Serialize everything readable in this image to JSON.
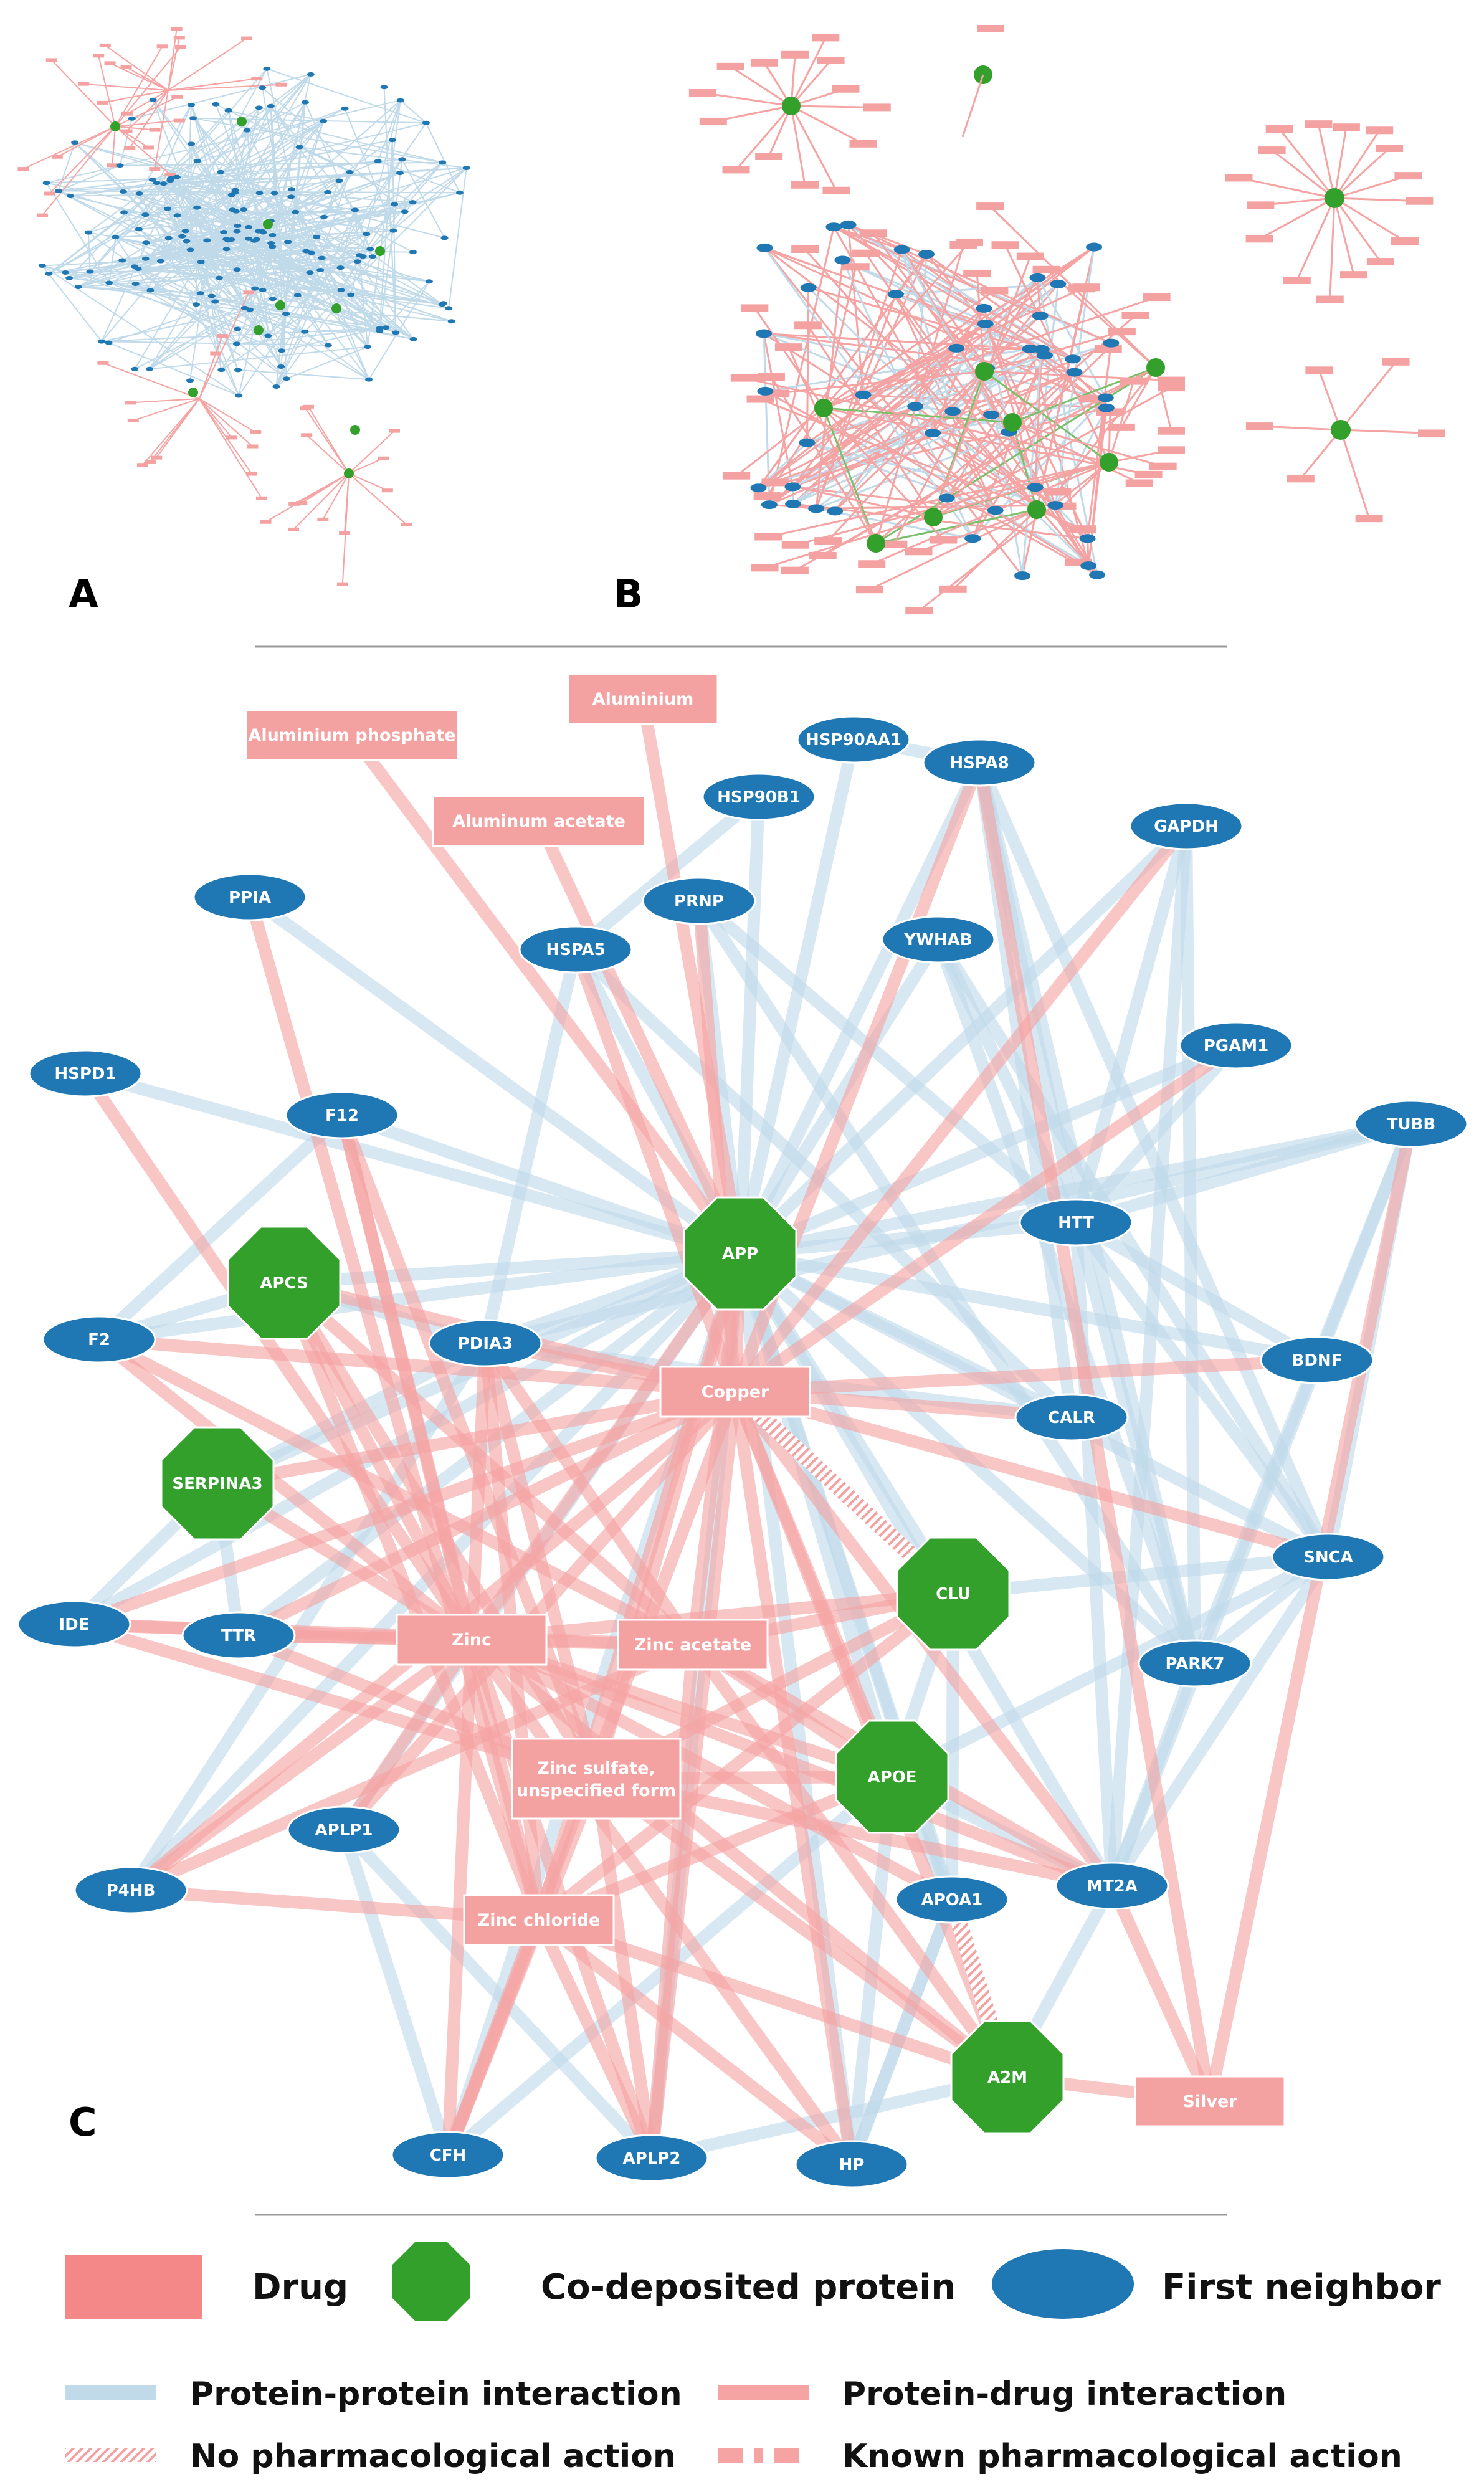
{
  "panels": {
    "a": "A",
    "b": "B",
    "c": "C"
  },
  "colors": {
    "drug": "#f4a1a1",
    "drug_edge": "#f5a3a3",
    "protein_edge": "#c0daea",
    "codeposited": "#33a02c",
    "first_neighbor": "#1f78b4",
    "legend_drug": "#f48888",
    "thumb_codeposit_edge": "#7ac06a"
  },
  "network_c": {
    "nodes": [
      {
        "id": "aluminium",
        "label": "Aluminium",
        "kind": "drug"
      },
      {
        "id": "aluminium_phosphate",
        "label": "Aluminium phosphate",
        "kind": "drug"
      },
      {
        "id": "aluminum_acetate",
        "label": "Aluminum acetate",
        "kind": "drug"
      },
      {
        "id": "copper",
        "label": "Copper",
        "kind": "drug"
      },
      {
        "id": "zinc",
        "label": "Zinc",
        "kind": "drug"
      },
      {
        "id": "zinc_acetate",
        "label": "Zinc acetate",
        "kind": "drug"
      },
      {
        "id": "zinc_sulfate",
        "label": "Zinc sulfate, unspecified form",
        "kind": "drug"
      },
      {
        "id": "zinc_chloride",
        "label": "Zinc chloride",
        "kind": "drug"
      },
      {
        "id": "silver",
        "label": "Silver",
        "kind": "drug"
      },
      {
        "id": "app",
        "label": "APP",
        "kind": "codeposited"
      },
      {
        "id": "apcs",
        "label": "APCS",
        "kind": "codeposited"
      },
      {
        "id": "serpina3",
        "label": "SERPINA3",
        "kind": "codeposited"
      },
      {
        "id": "clu",
        "label": "CLU",
        "kind": "codeposited"
      },
      {
        "id": "apoe",
        "label": "APOE",
        "kind": "codeposited"
      },
      {
        "id": "a2m",
        "label": "A2M",
        "kind": "codeposited"
      },
      {
        "id": "hsp90aa1",
        "label": "HSP90AA1",
        "kind": "neighbor"
      },
      {
        "id": "hspa8",
        "label": "HSPA8",
        "kind": "neighbor"
      },
      {
        "id": "hsp90b1",
        "label": "HSP90B1",
        "kind": "neighbor"
      },
      {
        "id": "gapdh",
        "label": "GAPDH",
        "kind": "neighbor"
      },
      {
        "id": "ppia",
        "label": "PPIA",
        "kind": "neighbor"
      },
      {
        "id": "prnp",
        "label": "PRNP",
        "kind": "neighbor"
      },
      {
        "id": "hspa5",
        "label": "HSPA5",
        "kind": "neighbor"
      },
      {
        "id": "ywhab",
        "label": "YWHAB",
        "kind": "neighbor"
      },
      {
        "id": "pgam1",
        "label": "PGAM1",
        "kind": "neighbor"
      },
      {
        "id": "hspd1",
        "label": "HSPD1",
        "kind": "neighbor"
      },
      {
        "id": "f12",
        "label": "F12",
        "kind": "neighbor"
      },
      {
        "id": "tubb",
        "label": "TUBB",
        "kind": "neighbor"
      },
      {
        "id": "htt",
        "label": "HTT",
        "kind": "neighbor"
      },
      {
        "id": "f2",
        "label": "F2",
        "kind": "neighbor"
      },
      {
        "id": "pdia3",
        "label": "PDIA3",
        "kind": "neighbor"
      },
      {
        "id": "bdnf",
        "label": "BDNF",
        "kind": "neighbor"
      },
      {
        "id": "calr",
        "label": "CALR",
        "kind": "neighbor"
      },
      {
        "id": "snca",
        "label": "SNCA",
        "kind": "neighbor"
      },
      {
        "id": "ide",
        "label": "IDE",
        "kind": "neighbor"
      },
      {
        "id": "ttr",
        "label": "TTR",
        "kind": "neighbor"
      },
      {
        "id": "park7",
        "label": "PARK7",
        "kind": "neighbor"
      },
      {
        "id": "aplp1",
        "label": "APLP1",
        "kind": "neighbor"
      },
      {
        "id": "p4hb",
        "label": "P4HB",
        "kind": "neighbor"
      },
      {
        "id": "apoa1",
        "label": "APOA1",
        "kind": "neighbor"
      },
      {
        "id": "mt2a",
        "label": "MT2A",
        "kind": "neighbor"
      },
      {
        "id": "cfh",
        "label": "CFH",
        "kind": "neighbor"
      },
      {
        "id": "aplp2",
        "label": "APLP2",
        "kind": "neighbor"
      },
      {
        "id": "hp",
        "label": "HP",
        "kind": "neighbor"
      }
    ],
    "protein_drug_edges": [
      [
        "aluminium",
        "app"
      ],
      [
        "aluminium_phosphate",
        "app"
      ],
      [
        "aluminum_acetate",
        "app"
      ],
      [
        "copper",
        "app"
      ],
      [
        "copper",
        "apcs"
      ],
      [
        "copper",
        "serpina3"
      ],
      [
        "copper",
        "clu"
      ],
      [
        "copper",
        "apoe"
      ],
      [
        "copper",
        "a2m"
      ],
      [
        "copper",
        "f2"
      ],
      [
        "copper",
        "pdia3"
      ],
      [
        "copper",
        "bdnf"
      ],
      [
        "copper",
        "calr"
      ],
      [
        "copper",
        "ttr"
      ],
      [
        "copper",
        "aplp1"
      ],
      [
        "copper",
        "p4hb"
      ],
      [
        "copper",
        "cfh"
      ],
      [
        "copper",
        "aplp2"
      ],
      [
        "copper",
        "hp"
      ],
      [
        "copper",
        "mt2a"
      ],
      [
        "copper",
        "prnp"
      ],
      [
        "copper",
        "hspa8"
      ],
      [
        "copper",
        "gapdh"
      ],
      [
        "copper",
        "pgam1"
      ],
      [
        "copper",
        "hspa5"
      ],
      [
        "copper",
        "ide"
      ],
      [
        "copper",
        "snca"
      ],
      [
        "zinc",
        "app"
      ],
      [
        "zinc",
        "apcs"
      ],
      [
        "zinc",
        "serpina3"
      ],
      [
        "zinc",
        "clu"
      ],
      [
        "zinc",
        "apoe"
      ],
      [
        "zinc",
        "a2m"
      ],
      [
        "zinc",
        "ide"
      ],
      [
        "zinc",
        "ttr"
      ],
      [
        "zinc",
        "f2"
      ],
      [
        "zinc",
        "f12"
      ],
      [
        "zinc",
        "hspd1"
      ],
      [
        "zinc",
        "pdia3"
      ],
      [
        "zinc",
        "p4hb"
      ],
      [
        "zinc",
        "aplp1"
      ],
      [
        "zinc",
        "aplp2"
      ],
      [
        "zinc",
        "cfh"
      ],
      [
        "zinc",
        "hp"
      ],
      [
        "zinc",
        "mt2a"
      ],
      [
        "zinc",
        "apoa1"
      ],
      [
        "zinc_acetate",
        "app"
      ],
      [
        "zinc_acetate",
        "apcs"
      ],
      [
        "zinc_acetate",
        "clu"
      ],
      [
        "zinc_acetate",
        "apoe"
      ],
      [
        "zinc_acetate",
        "ttr"
      ],
      [
        "zinc_acetate",
        "f2"
      ],
      [
        "zinc_acetate",
        "pdia3"
      ],
      [
        "zinc_acetate",
        "ide"
      ],
      [
        "zinc_acetate",
        "mt2a"
      ],
      [
        "zinc_acetate",
        "p4hb"
      ],
      [
        "zinc_acetate",
        "aplp2"
      ],
      [
        "zinc_acetate",
        "a2m"
      ],
      [
        "zinc_sulfate",
        "app"
      ],
      [
        "zinc_sulfate",
        "apcs"
      ],
      [
        "zinc_sulfate",
        "clu"
      ],
      [
        "zinc_sulfate",
        "apoe"
      ],
      [
        "zinc_sulfate",
        "ttr"
      ],
      [
        "zinc_sulfate",
        "f12"
      ],
      [
        "zinc_sulfate",
        "pdia3"
      ],
      [
        "zinc_sulfate",
        "ide"
      ],
      [
        "zinc_sulfate",
        "mt2a"
      ],
      [
        "zinc_sulfate",
        "aplp2"
      ],
      [
        "zinc_sulfate",
        "cfh"
      ],
      [
        "zinc_sulfate",
        "a2m"
      ],
      [
        "zinc_chloride",
        "app"
      ],
      [
        "zinc_chloride",
        "apcs"
      ],
      [
        "zinc_chloride",
        "clu"
      ],
      [
        "zinc_chloride",
        "apoe"
      ],
      [
        "zinc_chloride",
        "p4hb"
      ],
      [
        "zinc_chloride",
        "f12"
      ],
      [
        "zinc_chloride",
        "pdia3"
      ],
      [
        "zinc_chloride",
        "cfh"
      ],
      [
        "zinc_chloride",
        "aplp2"
      ],
      [
        "zinc_chloride",
        "a2m"
      ],
      [
        "zinc_chloride",
        "ppia"
      ],
      [
        "zinc_chloride",
        "hp"
      ],
      [
        "silver",
        "a2m"
      ],
      [
        "silver",
        "mt2a"
      ],
      [
        "silver",
        "hspa8"
      ],
      [
        "silver",
        "tubb"
      ]
    ],
    "protein_protein_edges": [
      [
        "app",
        "hsp90aa1"
      ],
      [
        "app",
        "hspa8"
      ],
      [
        "app",
        "hsp90b1"
      ],
      [
        "app",
        "gapdh"
      ],
      [
        "app",
        "ppia"
      ],
      [
        "app",
        "prnp"
      ],
      [
        "app",
        "hspa5"
      ],
      [
        "app",
        "ywhab"
      ],
      [
        "app",
        "pgam1"
      ],
      [
        "app",
        "hspd1"
      ],
      [
        "app",
        "f12"
      ],
      [
        "app",
        "tubb"
      ],
      [
        "app",
        "htt"
      ],
      [
        "app",
        "f2"
      ],
      [
        "app",
        "pdia3"
      ],
      [
        "app",
        "bdnf"
      ],
      [
        "app",
        "calr"
      ],
      [
        "app",
        "snca"
      ],
      [
        "app",
        "ide"
      ],
      [
        "app",
        "ttr"
      ],
      [
        "app",
        "park7"
      ],
      [
        "app",
        "aplp1"
      ],
      [
        "app",
        "p4hb"
      ],
      [
        "app",
        "apoa1"
      ],
      [
        "app",
        "mt2a"
      ],
      [
        "app",
        "cfh"
      ],
      [
        "app",
        "aplp2"
      ],
      [
        "app",
        "hp"
      ],
      [
        "app",
        "apcs"
      ],
      [
        "app",
        "serpina3"
      ],
      [
        "app",
        "clu"
      ],
      [
        "app",
        "apoe"
      ],
      [
        "app",
        "a2m"
      ],
      [
        "hsp90aa1",
        "hspa8"
      ],
      [
        "hspa8",
        "htt"
      ],
      [
        "hspa8",
        "calr"
      ],
      [
        "hspa8",
        "park7"
      ],
      [
        "hspa8",
        "snca"
      ],
      [
        "hsp90b1",
        "hspa5"
      ],
      [
        "hspa5",
        "calr"
      ],
      [
        "hspa5",
        "pdia3"
      ],
      [
        "prnp",
        "htt"
      ],
      [
        "prnp",
        "park7"
      ],
      [
        "ywhab",
        "htt"
      ],
      [
        "ywhab",
        "snca"
      ],
      [
        "ywhab",
        "park7"
      ],
      [
        "gapdh",
        "htt"
      ],
      [
        "gapdh",
        "mt2a"
      ],
      [
        "gapdh",
        "park7"
      ],
      [
        "pgam1",
        "htt"
      ],
      [
        "tubb",
        "htt"
      ],
      [
        "tubb",
        "snca"
      ],
      [
        "tubb",
        "park7"
      ],
      [
        "tubb",
        "pdia3"
      ],
      [
        "tubb",
        "mt2a"
      ],
      [
        "htt",
        "park7"
      ],
      [
        "htt",
        "snca"
      ],
      [
        "htt",
        "mt2a"
      ],
      [
        "htt",
        "bdnf"
      ],
      [
        "snca",
        "park7"
      ],
      [
        "snca",
        "clu"
      ],
      [
        "snca",
        "mt2a"
      ],
      [
        "snca",
        "apoe"
      ],
      [
        "park7",
        "mt2a"
      ],
      [
        "mt2a",
        "a2m"
      ],
      [
        "mt2a",
        "apoe"
      ],
      [
        "clu",
        "apoe"
      ],
      [
        "clu",
        "apoa1"
      ],
      [
        "apoe",
        "apoa1"
      ],
      [
        "apoe",
        "hp"
      ],
      [
        "apoa1",
        "a2m"
      ],
      [
        "apoa1",
        "hp"
      ],
      [
        "a2m",
        "aplp2"
      ],
      [
        "cfh",
        "aplp1"
      ],
      [
        "cfh",
        "apoe"
      ],
      [
        "aplp1",
        "aplp2"
      ],
      [
        "ttr",
        "serpina3"
      ],
      [
        "ide",
        "serpina3"
      ],
      [
        "f2",
        "f12"
      ],
      [
        "f2",
        "apcs"
      ],
      [
        "pdia3",
        "calr"
      ],
      [
        "pdia3",
        "p4hb"
      ],
      [
        "serpina3",
        "pdia3"
      ],
      [
        "hp",
        "apoa1"
      ],
      [
        "apcs",
        "pdia3"
      ]
    ],
    "no_pharm_edges": [
      [
        "copper",
        "clu"
      ],
      [
        "apoa1",
        "a2m"
      ]
    ]
  },
  "legend": {
    "drug": "Drug",
    "codeposited": "Co-deposited protein",
    "first_neighbor": "First neighbor",
    "ppi": "Protein-protein interaction",
    "pdi": "Protein-drug interaction",
    "no_pharm": "No pharmacological action",
    "known_pharm": "Known pharmacological action"
  }
}
